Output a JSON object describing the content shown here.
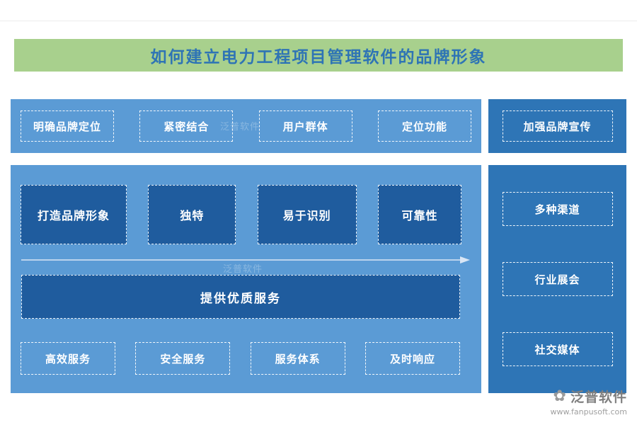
{
  "page": {
    "title": "如何建立电力工程项目管理软件的品牌形象",
    "watermark": "泛普软件"
  },
  "positioning": {
    "items": [
      {
        "label": "明确品牌定位"
      },
      {
        "label": "紧密结合"
      },
      {
        "label": "用户群体"
      },
      {
        "label": "定位功能"
      }
    ]
  },
  "promotion": {
    "label": "加强品牌宣传"
  },
  "brand_image": {
    "boxes": [
      {
        "label": "打造品牌形象"
      },
      {
        "label": "独特"
      },
      {
        "label": "易于识别"
      },
      {
        "label": "可靠性"
      }
    ],
    "service_banner": "提供优质服务",
    "service_items": [
      {
        "label": "高效服务"
      },
      {
        "label": "安全服务"
      },
      {
        "label": "服务体系"
      },
      {
        "label": "及时响应"
      }
    ]
  },
  "channels": {
    "items": [
      {
        "label": "多种渠道"
      },
      {
        "label": "行业展会"
      },
      {
        "label": "社交媒体"
      }
    ]
  },
  "footer": {
    "brand": "泛普软件",
    "url": "www.fanpusoft.com"
  },
  "colors": {
    "banner_green": "#a8d08d",
    "title_blue": "#2e74b5",
    "panel_light": "#5b9bd5",
    "panel_dark": "#2e75b6",
    "box_dark": "#1f5c9e"
  }
}
